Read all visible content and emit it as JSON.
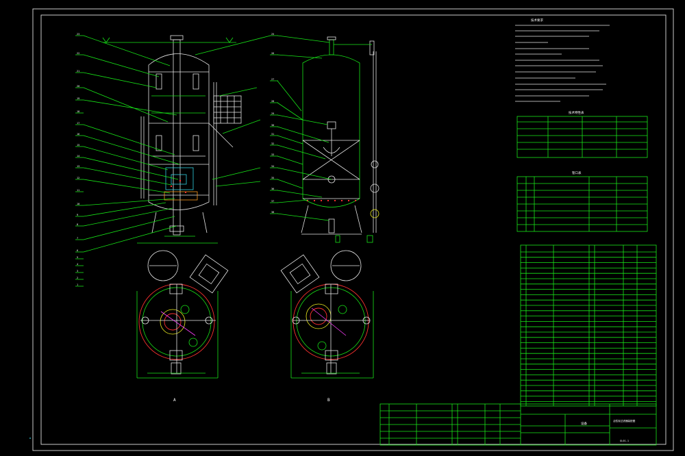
{
  "drawing": {
    "view_label_left": "A",
    "view_label_right": "B",
    "title_cell": "设备",
    "drawing_name": "活性炭过滤器装配图",
    "drawing_no": "GL01-1",
    "tech_notes_title": "技术要求",
    "nozzle_table_title": "管口表",
    "spec_table_title": "技术特性表"
  },
  "callouts_left": [
    "23",
    "22",
    "21",
    "20",
    "19",
    "18",
    "17",
    "16",
    "15",
    "14",
    "13",
    "12",
    "11",
    "10",
    "9",
    "8",
    "7",
    "6",
    "5",
    "4",
    "3",
    "2",
    "1"
  ],
  "callouts_right": [
    "25",
    "26",
    "27",
    "28",
    "29",
    "30",
    "31",
    "32",
    "33",
    "34",
    "35",
    "36",
    "37",
    "38"
  ],
  "colors": {
    "background": "#000000",
    "green": "#18e818",
    "white": "#e8e8e8",
    "cyan": "#30d0e0",
    "yellow": "#f0f020",
    "red": "#ff3030",
    "magenta": "#ff40ff",
    "orange": "#ff9a20",
    "blue": "#3050ff"
  }
}
